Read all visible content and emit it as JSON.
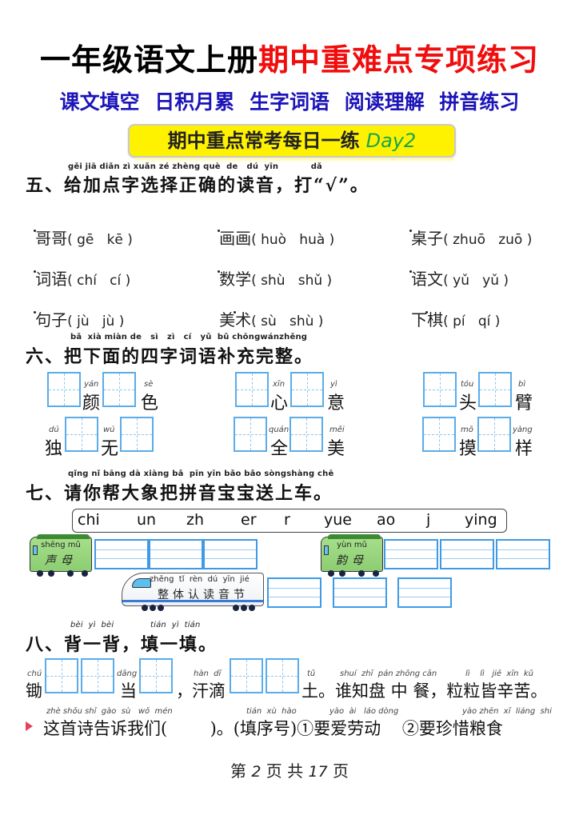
{
  "header": {
    "title_black": "一年级语文上册",
    "title_red": "期中重难点专项练习",
    "subtitle": "课文填空 日积月累 生字词语 阅读理解 拼音练习",
    "daily_label": "期中重点常考每日一练",
    "day_label": "Day2",
    "colors": {
      "title_red": "#f00d0d",
      "subtitle_blue": "#1c14b8",
      "day_box_bg": "#fff200",
      "day_green": "#1aa54a",
      "grid_blue": "#5aacea"
    }
  },
  "section5": {
    "pinyin": "gěi jiā diǎn zì xuǎn zé zhèng què  de   dú  yīn           dǎ",
    "title": "五、给加点字选择正确的读音，打“√”。",
    "items": [
      {
        "word": "哥哥",
        "options": "( gē   kē )"
      },
      {
        "word": "画画",
        "options": "( huò   huà )"
      },
      {
        "word": "桌子",
        "options": "( zhuō   zuō )"
      },
      {
        "word": "词语",
        "options": "( chí   cí )"
      },
      {
        "word": "数学",
        "options": "( shù   shǔ )"
      },
      {
        "word": "语文",
        "options": "( yǔ   yǔ )"
      },
      {
        "word": "句子",
        "options": "( jù   jù )"
      },
      {
        "word": "美术",
        "options": "( sù   shù )"
      },
      {
        "word": "下棋",
        "options": "( pí   qí )"
      }
    ]
  },
  "section6": {
    "pinyin": "bǎ  xià miàn de   sì   zì   cí   yǔ  bǔ chōngwánzhěng",
    "title": "六、把下面的四字词语补充完整。",
    "idioms": [
      {
        "chars": [
          {
            "py": "yán",
            "hz": "颜"
          },
          {
            "py": "sè",
            "hz": "色"
          }
        ]
      },
      {
        "chars": [
          {
            "py": "xīn",
            "hz": "心"
          },
          {
            "py": "yì",
            "hz": "意"
          }
        ]
      },
      {
        "chars": [
          {
            "py": "tóu",
            "hz": "头"
          },
          {
            "py": "bì",
            "hz": "臂"
          }
        ]
      },
      {
        "chars": [
          {
            "py": "dú",
            "hz": "独"
          },
          {
            "py": "wú",
            "hz": "无"
          }
        ]
      },
      {
        "chars": [
          {
            "py": "quán",
            "hz": "全"
          },
          {
            "py": "měi",
            "hz": "美"
          }
        ]
      },
      {
        "chars": [
          {
            "py": "mō",
            "hz": "摸"
          },
          {
            "py": "yàng",
            "hz": "样"
          }
        ]
      }
    ]
  },
  "section7": {
    "pinyin": "qǐng nǐ bāng dà xiàng bǎ  pīn yīn bǎo bǎo sòngshàng chē",
    "title": "七、请你帮大象把拼音宝宝送上车。",
    "syllables": [
      "chi",
      "un",
      "zh",
      "er",
      "r",
      "yue",
      "ao",
      "j",
      "ying"
    ],
    "trains": {
      "initials": {
        "py": "shēng mǔ",
        "hz": "声母"
      },
      "finals": {
        "py": "yùn mǔ",
        "hz": "韵母"
      },
      "whole": {
        "py": "zhěng  tǐ  rèn  dú  yīn  jié",
        "hz": "整体认读音节"
      }
    }
  },
  "section8": {
    "pinyin_a": "bèi  yì  bèi",
    "pinyin_b": "tián  yì  tián",
    "title": "八、背一背，填一填。",
    "poem": {
      "py_chu": "chú",
      "hz_chu": "锄",
      "py_dang": "dāng",
      "hz_dang": "当",
      "comma": "，",
      "py_handi": "hàn  dī",
      "hz_handi": "汗滴",
      "py_tu": "tǔ",
      "py_rest1": "shuí  zhī  pán zhōng cān",
      "py_rest2": "lì    lì   jiē  xīn  kǔ",
      "hz_rest": "土。谁知盘 中 餐，粒粒皆辛苦。"
    },
    "question": {
      "py_a": "zhè shǒu shī  gào  sù   wǒ  mén",
      "py_b": "tián  xù  hào",
      "py_c": "yào  ài   láo dòng",
      "py_d": "yào zhēn  xī  liáng  shi",
      "text": "这首诗告诉我们(        )。(填序号)①要爱劳动    ②要珍惜粮食"
    }
  },
  "footer": {
    "prefix": "第 ",
    "page": "2",
    "middle": " 页 共 ",
    "total": "17",
    "suffix": " 页"
  }
}
